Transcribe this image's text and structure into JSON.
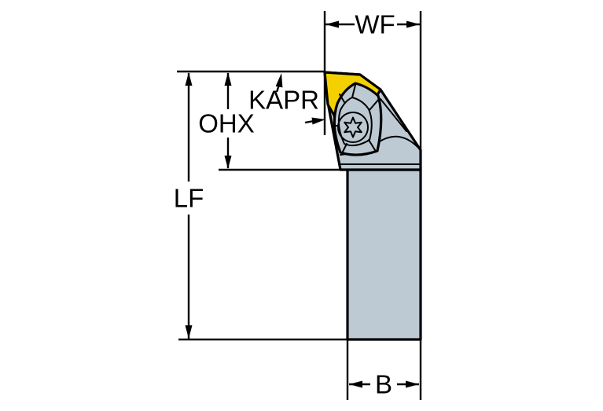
{
  "diagram": {
    "labels": {
      "wf": "WF",
      "kapr": "KAPR",
      "ohx": "OHX",
      "lf": "LF",
      "b": "B"
    },
    "colors": {
      "background": "#ffffff",
      "line": "#000000",
      "holder_body": "#bdc9d3",
      "insert_yellow": "#f5d000"
    }
  }
}
